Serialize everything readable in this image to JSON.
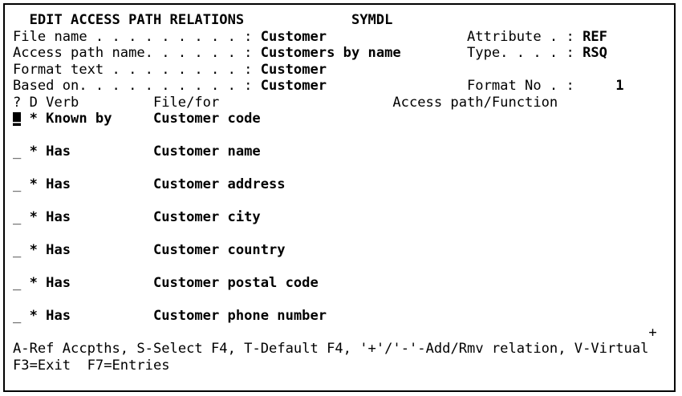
{
  "screen_title": "EDIT ACCESS PATH RELATIONS",
  "system_id": "SYMDL",
  "fields": {
    "file_name": {
      "label": "File name . . . . . . . . . :",
      "value": "Customer"
    },
    "access_path_name": {
      "label": "Access path name. . . . . . :",
      "value": "Customers by name"
    },
    "format_text": {
      "label": "Format text . . . . . . . . :",
      "value": "Customer"
    },
    "based_on": {
      "label": "Based on. . . . . . . . . . :",
      "value": "Customer"
    },
    "attribute": {
      "label": "Attribute . :",
      "value": "REF"
    },
    "type": {
      "label": "Type. . . . :",
      "value": "RSQ"
    },
    "format_no": {
      "label": "Format No . :",
      "value": "1"
    }
  },
  "table_headers": {
    "select_verb": "? D Verb",
    "file_for": "File/for",
    "access_path_function": "Access path/Function"
  },
  "relations": [
    {
      "select": "_",
      "verb": "* Known by",
      "object": "Customer code"
    },
    {
      "select": "_",
      "verb": "* Has",
      "object": "Customer name"
    },
    {
      "select": "_",
      "verb": "* Has",
      "object": "Customer address"
    },
    {
      "select": "_",
      "verb": "* Has",
      "object": "Customer city"
    },
    {
      "select": "_",
      "verb": "* Has",
      "object": "Customer country"
    },
    {
      "select": "_",
      "verb": "* Has",
      "object": "Customer postal code"
    },
    {
      "select": "_",
      "verb": "* Has",
      "object": "Customer phone number"
    }
  ],
  "more_indicator": "+",
  "footer": {
    "options_line": "A-Ref Accpths, S-Select F4, T-Default F4, '+'/'-'-Add/Rmv relation, V-Virtual",
    "fkeys_line": "F3=Exit  F7=Entries"
  },
  "colors": {
    "foreground": "#000000",
    "background": "#ffffff"
  }
}
